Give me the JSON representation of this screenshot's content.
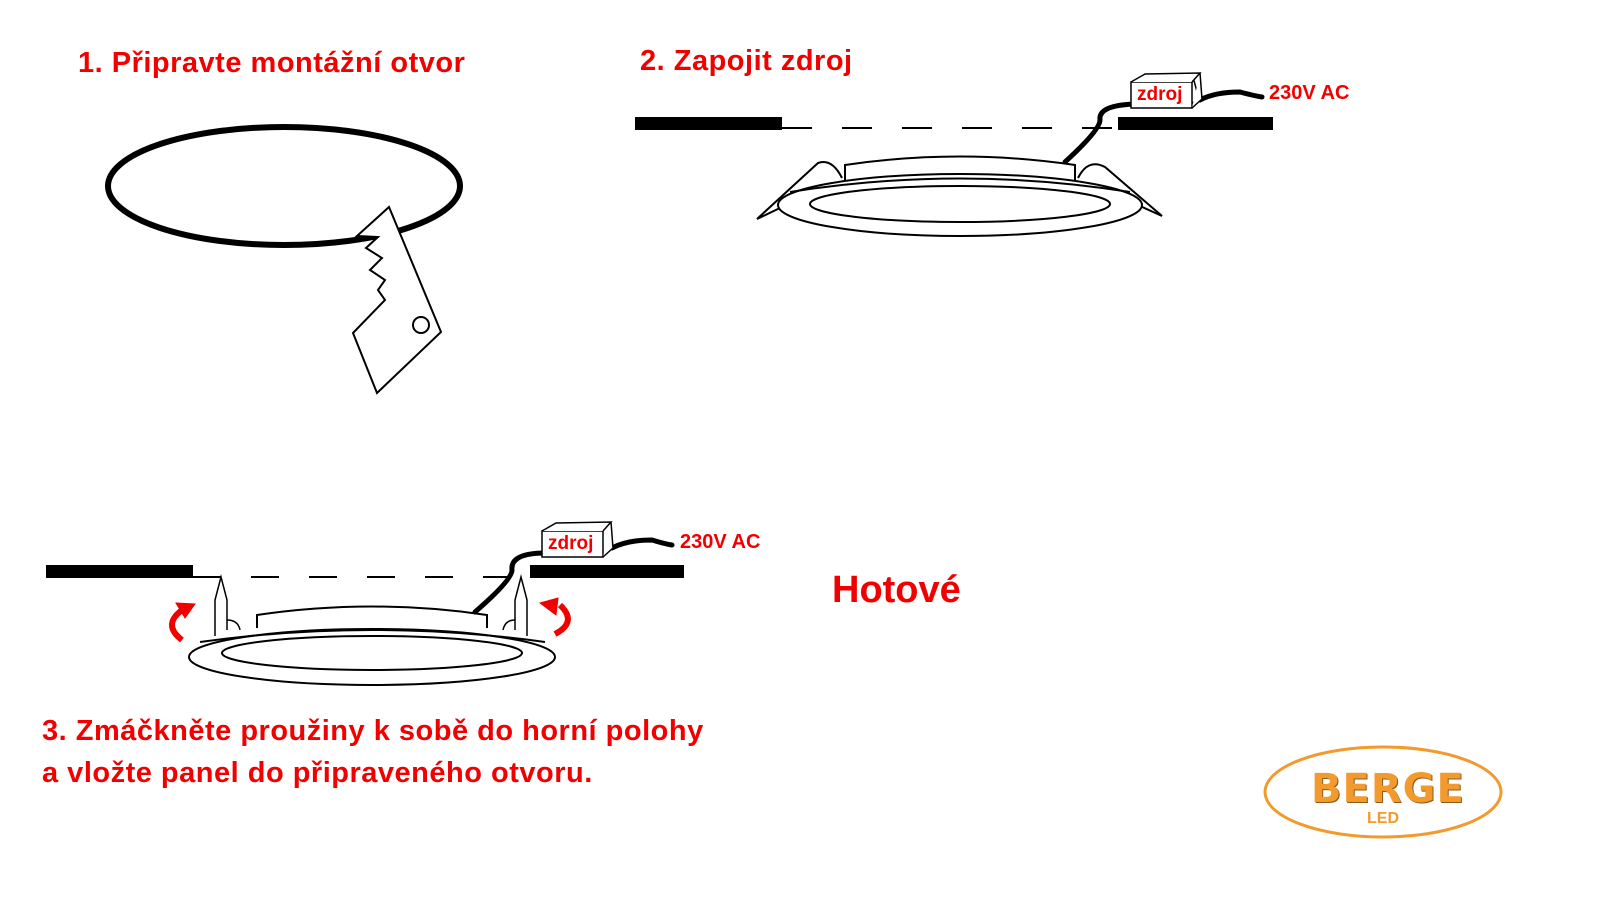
{
  "steps": {
    "step1": "1. Připravte montážní otvor",
    "step2": "2. Zapojit zdroj",
    "step3_line1": "3. Zmáčkněte proužiny k sobě do horní polohy",
    "step3_line2": "a vložte panel do připraveného otvoru.",
    "done": "Hotové"
  },
  "labels": {
    "power_supply": "zdroj",
    "voltage": "230V AC"
  },
  "logo": {
    "brand": "BERGE",
    "sub": "LED"
  },
  "colors": {
    "text_red": "#f20000",
    "logo_orange": "#f39a2e"
  }
}
